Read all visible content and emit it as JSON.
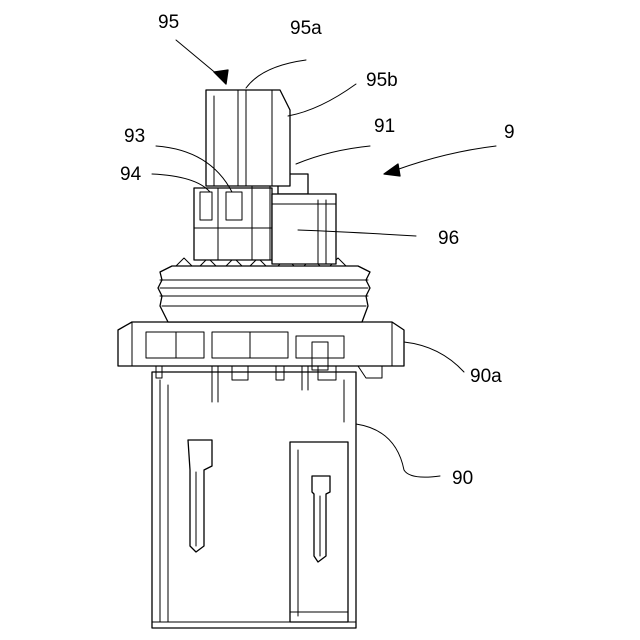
{
  "figure": {
    "labels": {
      "l95": "95",
      "l95a": "95a",
      "l95b": "95b",
      "l93": "93",
      "l94": "94",
      "l91": "91",
      "l9": "9",
      "l96": "96",
      "l90a": "90a",
      "l90": "90"
    }
  }
}
